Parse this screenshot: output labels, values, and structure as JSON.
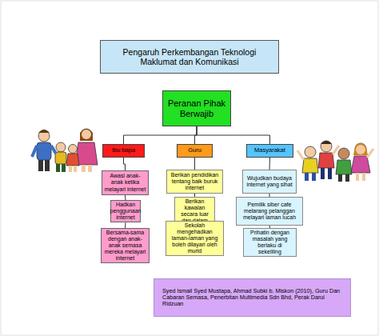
{
  "diagram": {
    "nodes": [
      {
        "text": [
          "Pengaruh Perkembangan Teknologi Maklumat dan Komunikasi"
        ]
      },
      {
        "text": [
          "Peranan Pihak Berwajib"
        ]
      },
      {
        "text": [
          "Ibu bapa"
        ]
      },
      {
        "text": [
          "Awasi anak-anak ketika melayari internet"
        ]
      },
      {
        "text": [
          "Hadkan penggunaan internet"
        ]
      },
      {
        "text": [
          "Bersama-sama dengan anak-anak semasa mereka melayari internet"
        ]
      },
      {
        "text": [
          "Guru"
        ]
      },
      {
        "text": [
          "Berikan pendidikan tentang baik buruk internet"
        ]
      },
      {
        "text": [
          "Berikan kawalan secara luar dan dalam"
        ]
      },
      {
        "text": [
          "Sekolah mengehadkan laman-laman yang boleh dilayari oleh murid"
        ]
      },
      {
        "text": [
          "Masyarakat"
        ]
      },
      {
        "text": [
          "Wujudkan budaya internet yang sihat"
        ]
      },
      {
        "text": [
          "Pemilik siber cafe melarang pelanggan melayari laman lucah"
        ]
      },
      {
        "text": [
          "Prihatin dengan masalah yang berlaku di sekeliling"
        ]
      },
      {
        "text": [
          "Syed Ismail Syed Mustapa, Ahmad Subki b. Miskon (2010), Guru Dan Cabaran Semasa, Penerbitan Multimedia Sdn Bhd, Perak Darul Ridzuan"
        ]
      }
    ],
    "edges": [
      {
        "from": 1,
        "to": 2,
        "arrow": "none"
      },
      {
        "from": 1,
        "to": 6,
        "arrow": "none"
      },
      {
        "from": 1,
        "to": 10,
        "arrow": "none"
      },
      {
        "from": 2,
        "to": 3,
        "arrow": "none"
      },
      {
        "from": 3,
        "to": 4,
        "arrow": "none"
      },
      {
        "from": 4,
        "to": 5,
        "arrow": "none"
      },
      {
        "from": 6,
        "to": 7,
        "arrow": "none"
      },
      {
        "from": 7,
        "to": 8,
        "arrow": "none"
      },
      {
        "from": 8,
        "to": 9,
        "arrow": "none"
      },
      {
        "from": 10,
        "to": 11,
        "arrow": "none"
      },
      {
        "from": 11,
        "to": 12,
        "arrow": "none"
      },
      {
        "from": 12,
        "to": 13,
        "arrow": "none"
      }
    ]
  }
}
